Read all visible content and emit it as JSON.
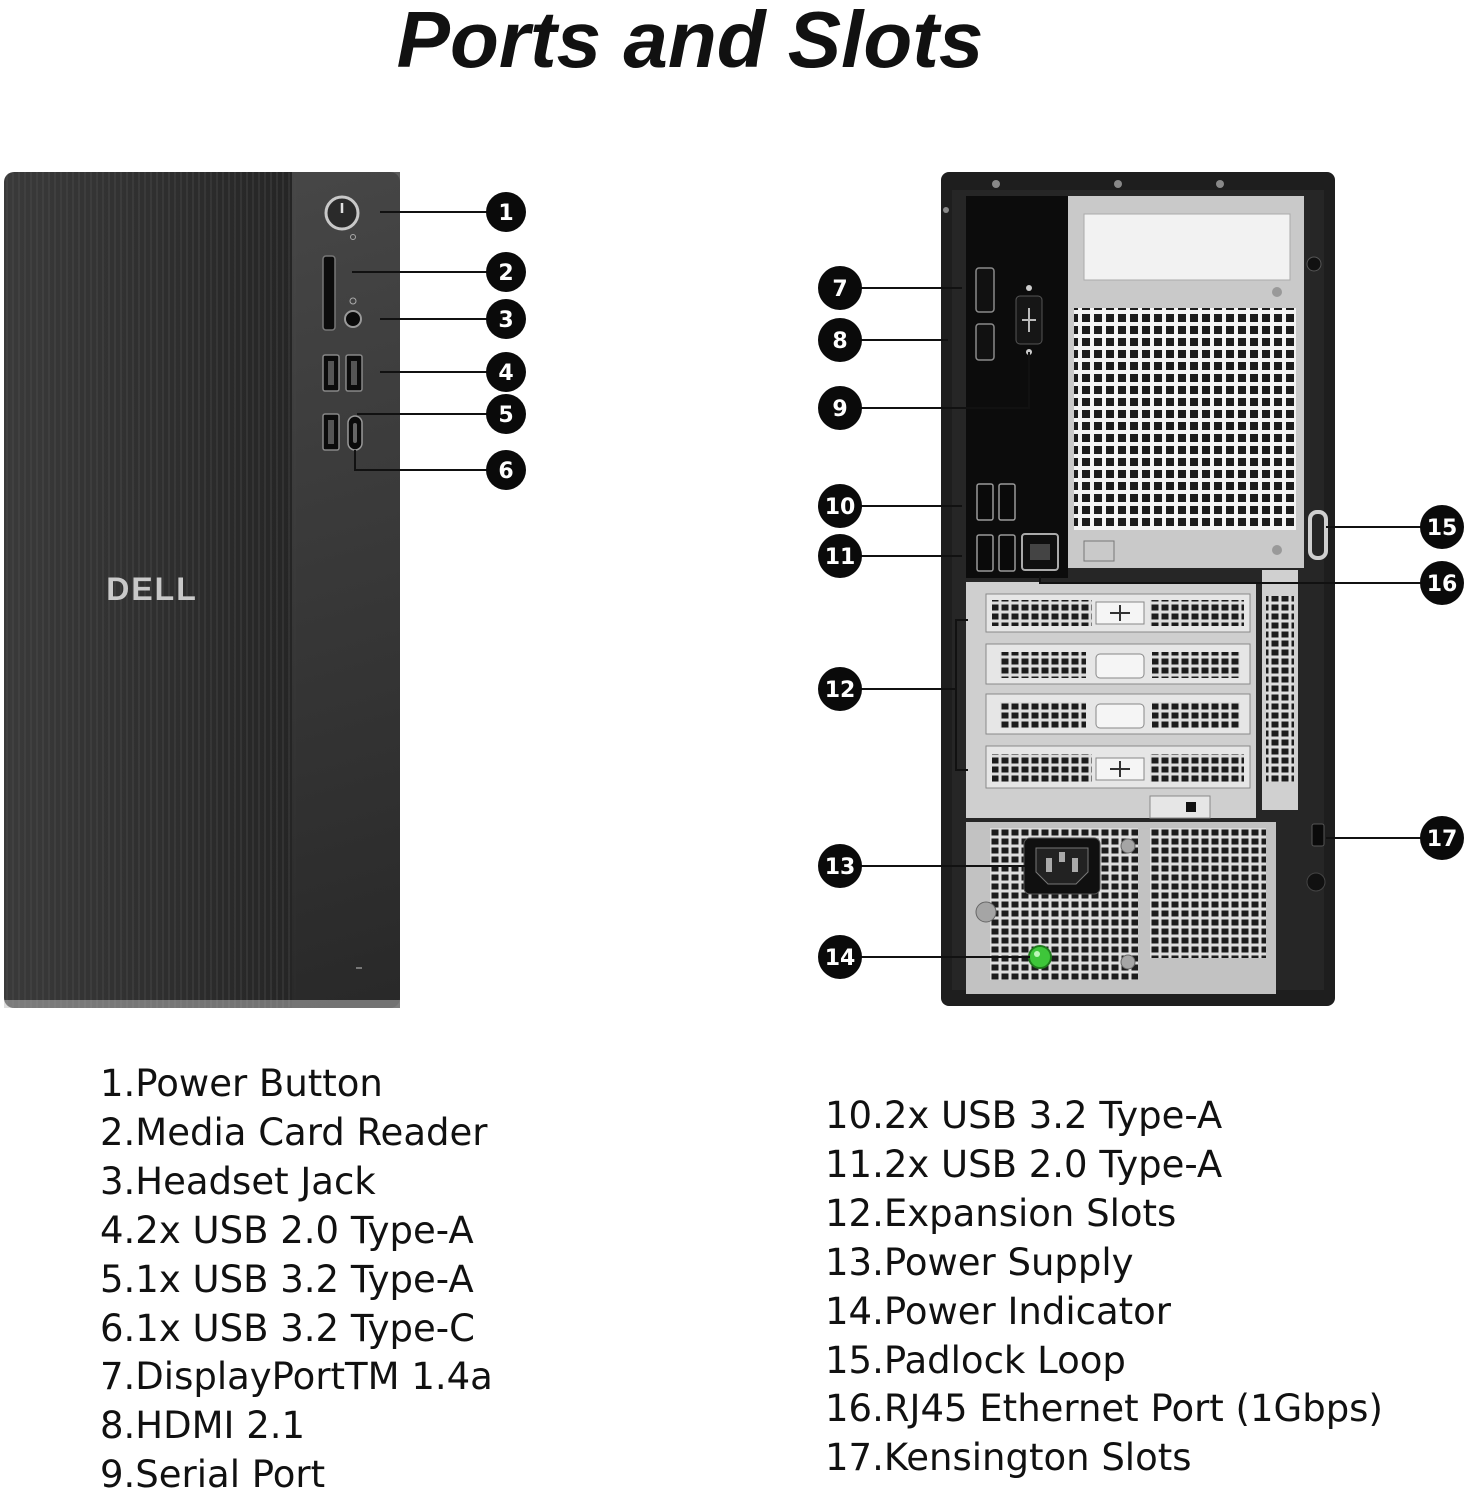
{
  "title": "Ports and Slots",
  "brand_logo": "DELL",
  "callouts": [
    "1",
    "2",
    "3",
    "4",
    "5",
    "6",
    "7",
    "8",
    "9",
    "10",
    "11",
    "12",
    "13",
    "14",
    "15",
    "16",
    "17"
  ],
  "legend_left": [
    "1.Power Button",
    "2.Media Card Reader",
    "3.Headset Jack",
    "4.2x USB 2.0 Type-A",
    "5.1x USB 3.2 Type-A",
    "6.1x USB 3.2 Type-C",
    "7.DisplayPortTM 1.4a",
    "8.HDMI 2.1",
    "9.Serial Port"
  ],
  "legend_right": [
    "10.2x USB 3.2 Type-A",
    "11.2x USB 2.0 Type-A",
    "12.Expansion Slots",
    "13.Power Supply",
    "14.Power Indicator",
    "15.Padlock Loop",
    "16.RJ45 Ethernet Port (1Gbps)",
    "17.Kensington Slots"
  ],
  "colors": {
    "chassis": "#2e2e2e",
    "panel_metal": "#d9d9d9",
    "callout": "#0a0a0a",
    "power_led": "#3ec63a"
  }
}
